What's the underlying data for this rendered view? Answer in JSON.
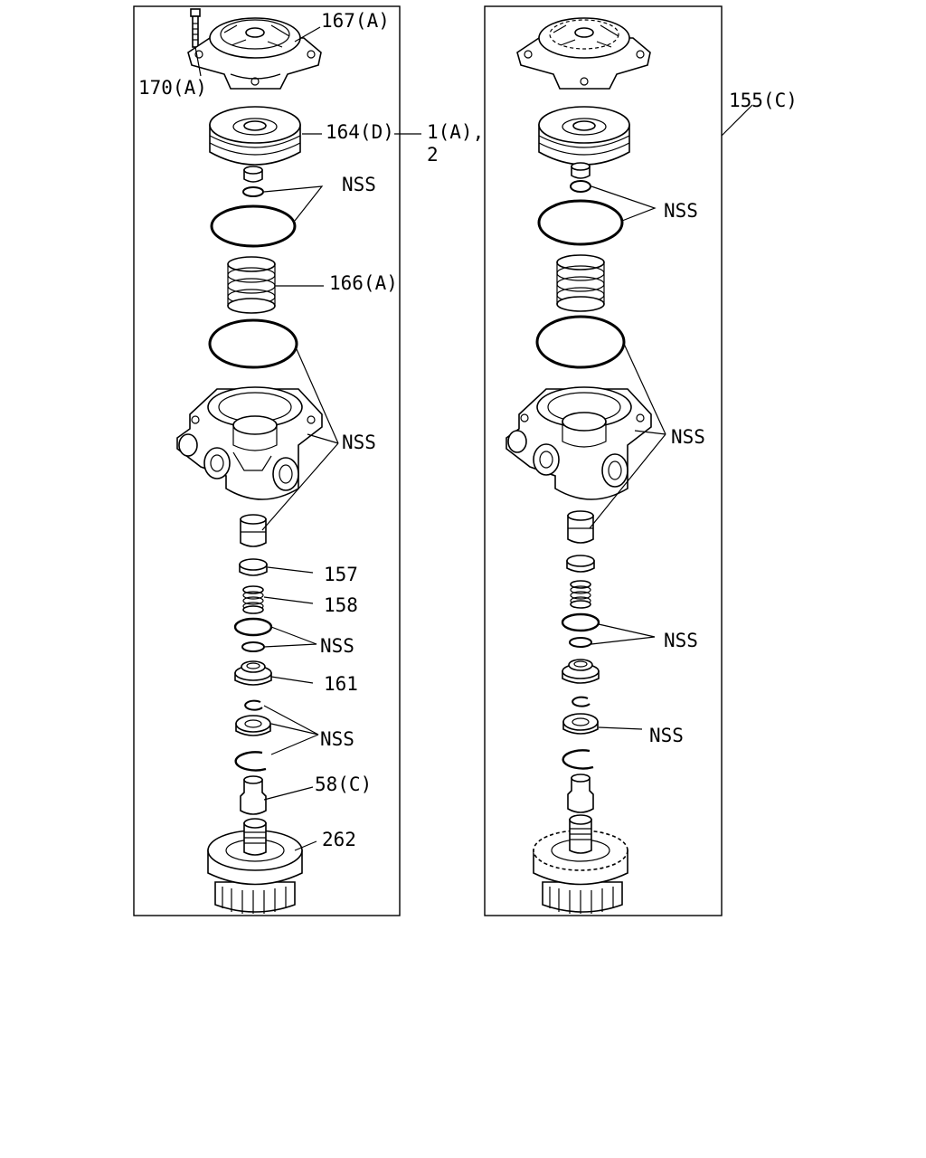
{
  "left_panel": {
    "labels": {
      "l167": "167(A)",
      "l170": "170(A)",
      "l164": "164(D)",
      "l1": "1(A),",
      "l2": "2",
      "l166": "166(A)",
      "lnss1": "NSS",
      "lnss2": "NSS",
      "l157": "157",
      "l158": "158",
      "lnss3": "NSS",
      "l161": "161",
      "lnss4": "NSS",
      "l58": "58(C)",
      "l262": "262"
    }
  },
  "right_panel": {
    "labels": {
      "l155": "155(C)",
      "rnss1": "NSS",
      "rnss2": "NSS",
      "rnss3": "NSS",
      "rnss4": "NSS"
    }
  }
}
